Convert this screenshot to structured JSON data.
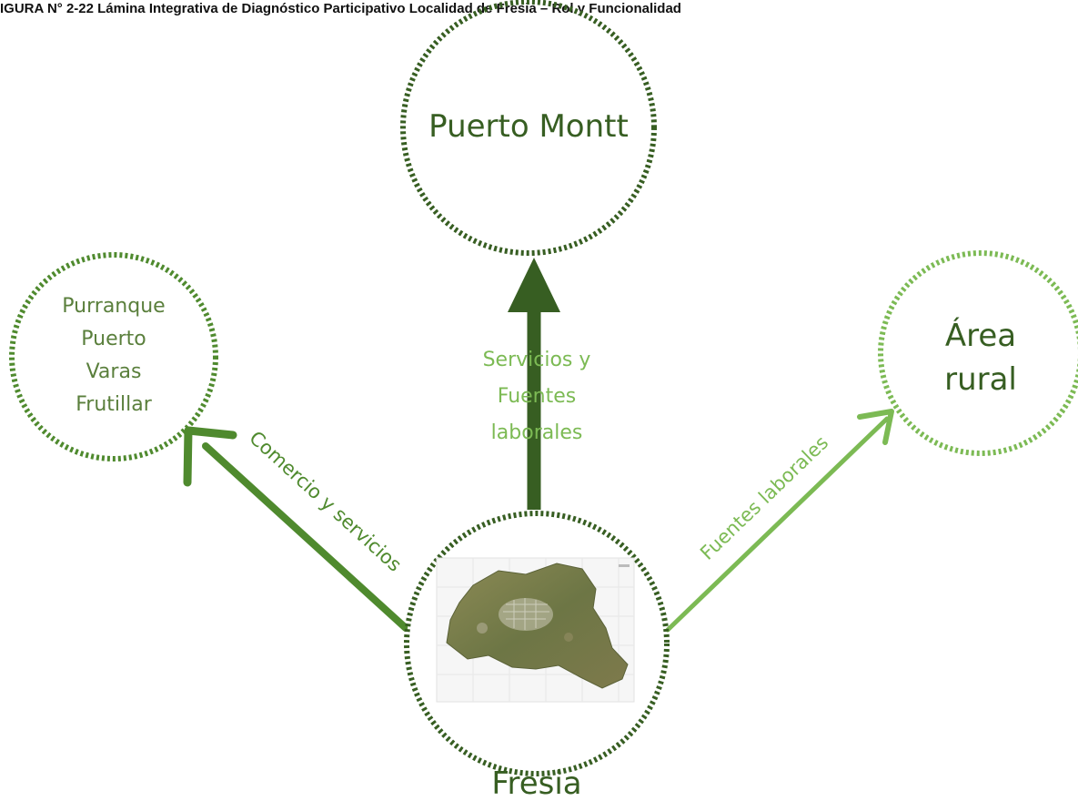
{
  "header": {
    "title": "IGURA N° 2-22 Lámina Integrativa de Diagnóstico Participativo Localidad de Fresia – Rol y Funcionalidad"
  },
  "nodes": {
    "puerto_montt": {
      "label": "Puerto Montt"
    },
    "cities": {
      "lines": [
        "Purranque",
        "Puerto",
        "Varas",
        "Frutillar"
      ]
    },
    "area_rural": {
      "lines": [
        "Área",
        "rural"
      ]
    },
    "fresia": {
      "label": "Fresia",
      "map_icon": "aerial-map-icon"
    }
  },
  "edges": {
    "to_puerto_montt": {
      "lines": [
        "Servicios y",
        "Fuentes",
        "laborales"
      ]
    },
    "to_cities": {
      "label": "Comercio y servicios"
    },
    "to_rural": {
      "label": "Fuentes laborales"
    }
  },
  "colors": {
    "dark_green": "#375e22",
    "mid_green": "#4f8a2e",
    "light_green": "#7cba54",
    "text_green": "#5a7f3c"
  }
}
